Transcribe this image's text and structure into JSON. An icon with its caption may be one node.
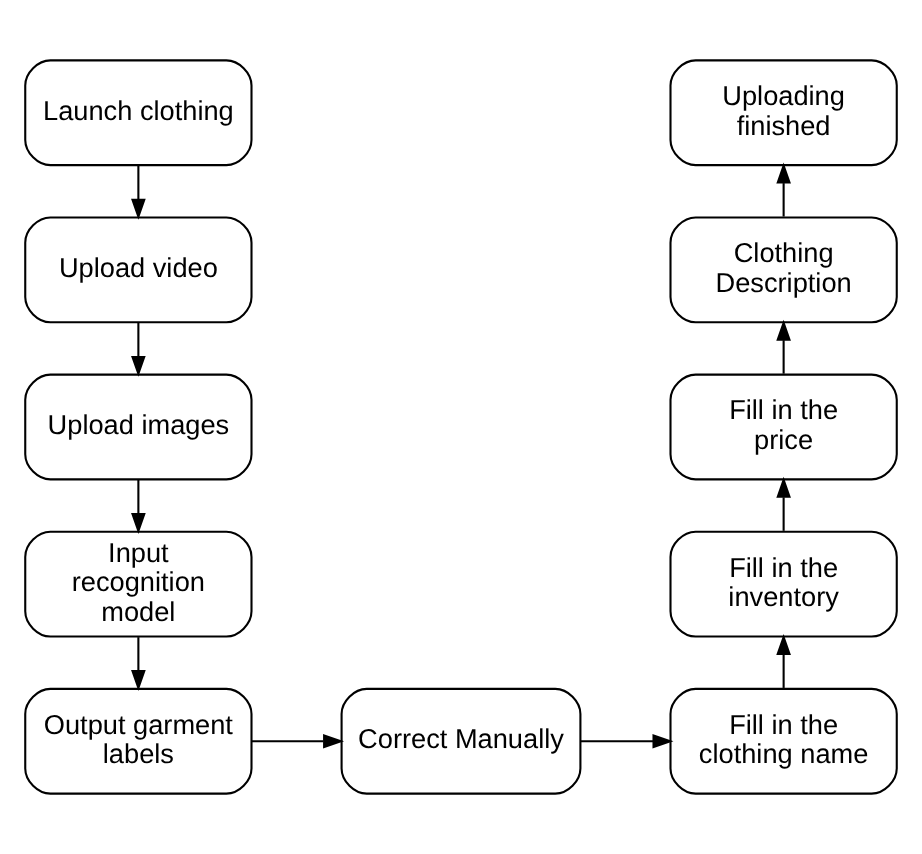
{
  "diagram": {
    "nodes": [
      {
        "text": [
          "Launch clothing"
        ]
      },
      {
        "text": [
          "Upload video"
        ]
      },
      {
        "text": [
          "Upload images"
        ]
      },
      {
        "text": [
          "Input recognition model"
        ]
      },
      {
        "text": [
          "Output garment labels"
        ]
      },
      {
        "text": [
          "Correct Manually"
        ]
      },
      {
        "text": [
          "Fill in the clothing name"
        ]
      },
      {
        "text": [
          "Fill in the inventory"
        ]
      },
      {
        "text": [
          "Fill in the price"
        ]
      },
      {
        "text": [
          "Clothing Description"
        ]
      },
      {
        "text": [
          "Uploading finished"
        ]
      }
    ],
    "edges": [
      {
        "from": 0,
        "to": 1,
        "arrow": "to"
      },
      {
        "from": 1,
        "to": 2,
        "arrow": "to"
      },
      {
        "from": 2,
        "to": 3,
        "arrow": "to"
      },
      {
        "from": 3,
        "to": 4,
        "arrow": "to"
      },
      {
        "from": 4,
        "to": 5,
        "arrow": "to"
      },
      {
        "from": 5,
        "to": 6,
        "arrow": "to"
      },
      {
        "from": 6,
        "to": 7,
        "arrow": "to"
      },
      {
        "from": 7,
        "to": 8,
        "arrow": "to"
      },
      {
        "from": 8,
        "to": 9,
        "arrow": "to"
      },
      {
        "from": 9,
        "to": 10,
        "arrow": "to"
      }
    ]
  }
}
